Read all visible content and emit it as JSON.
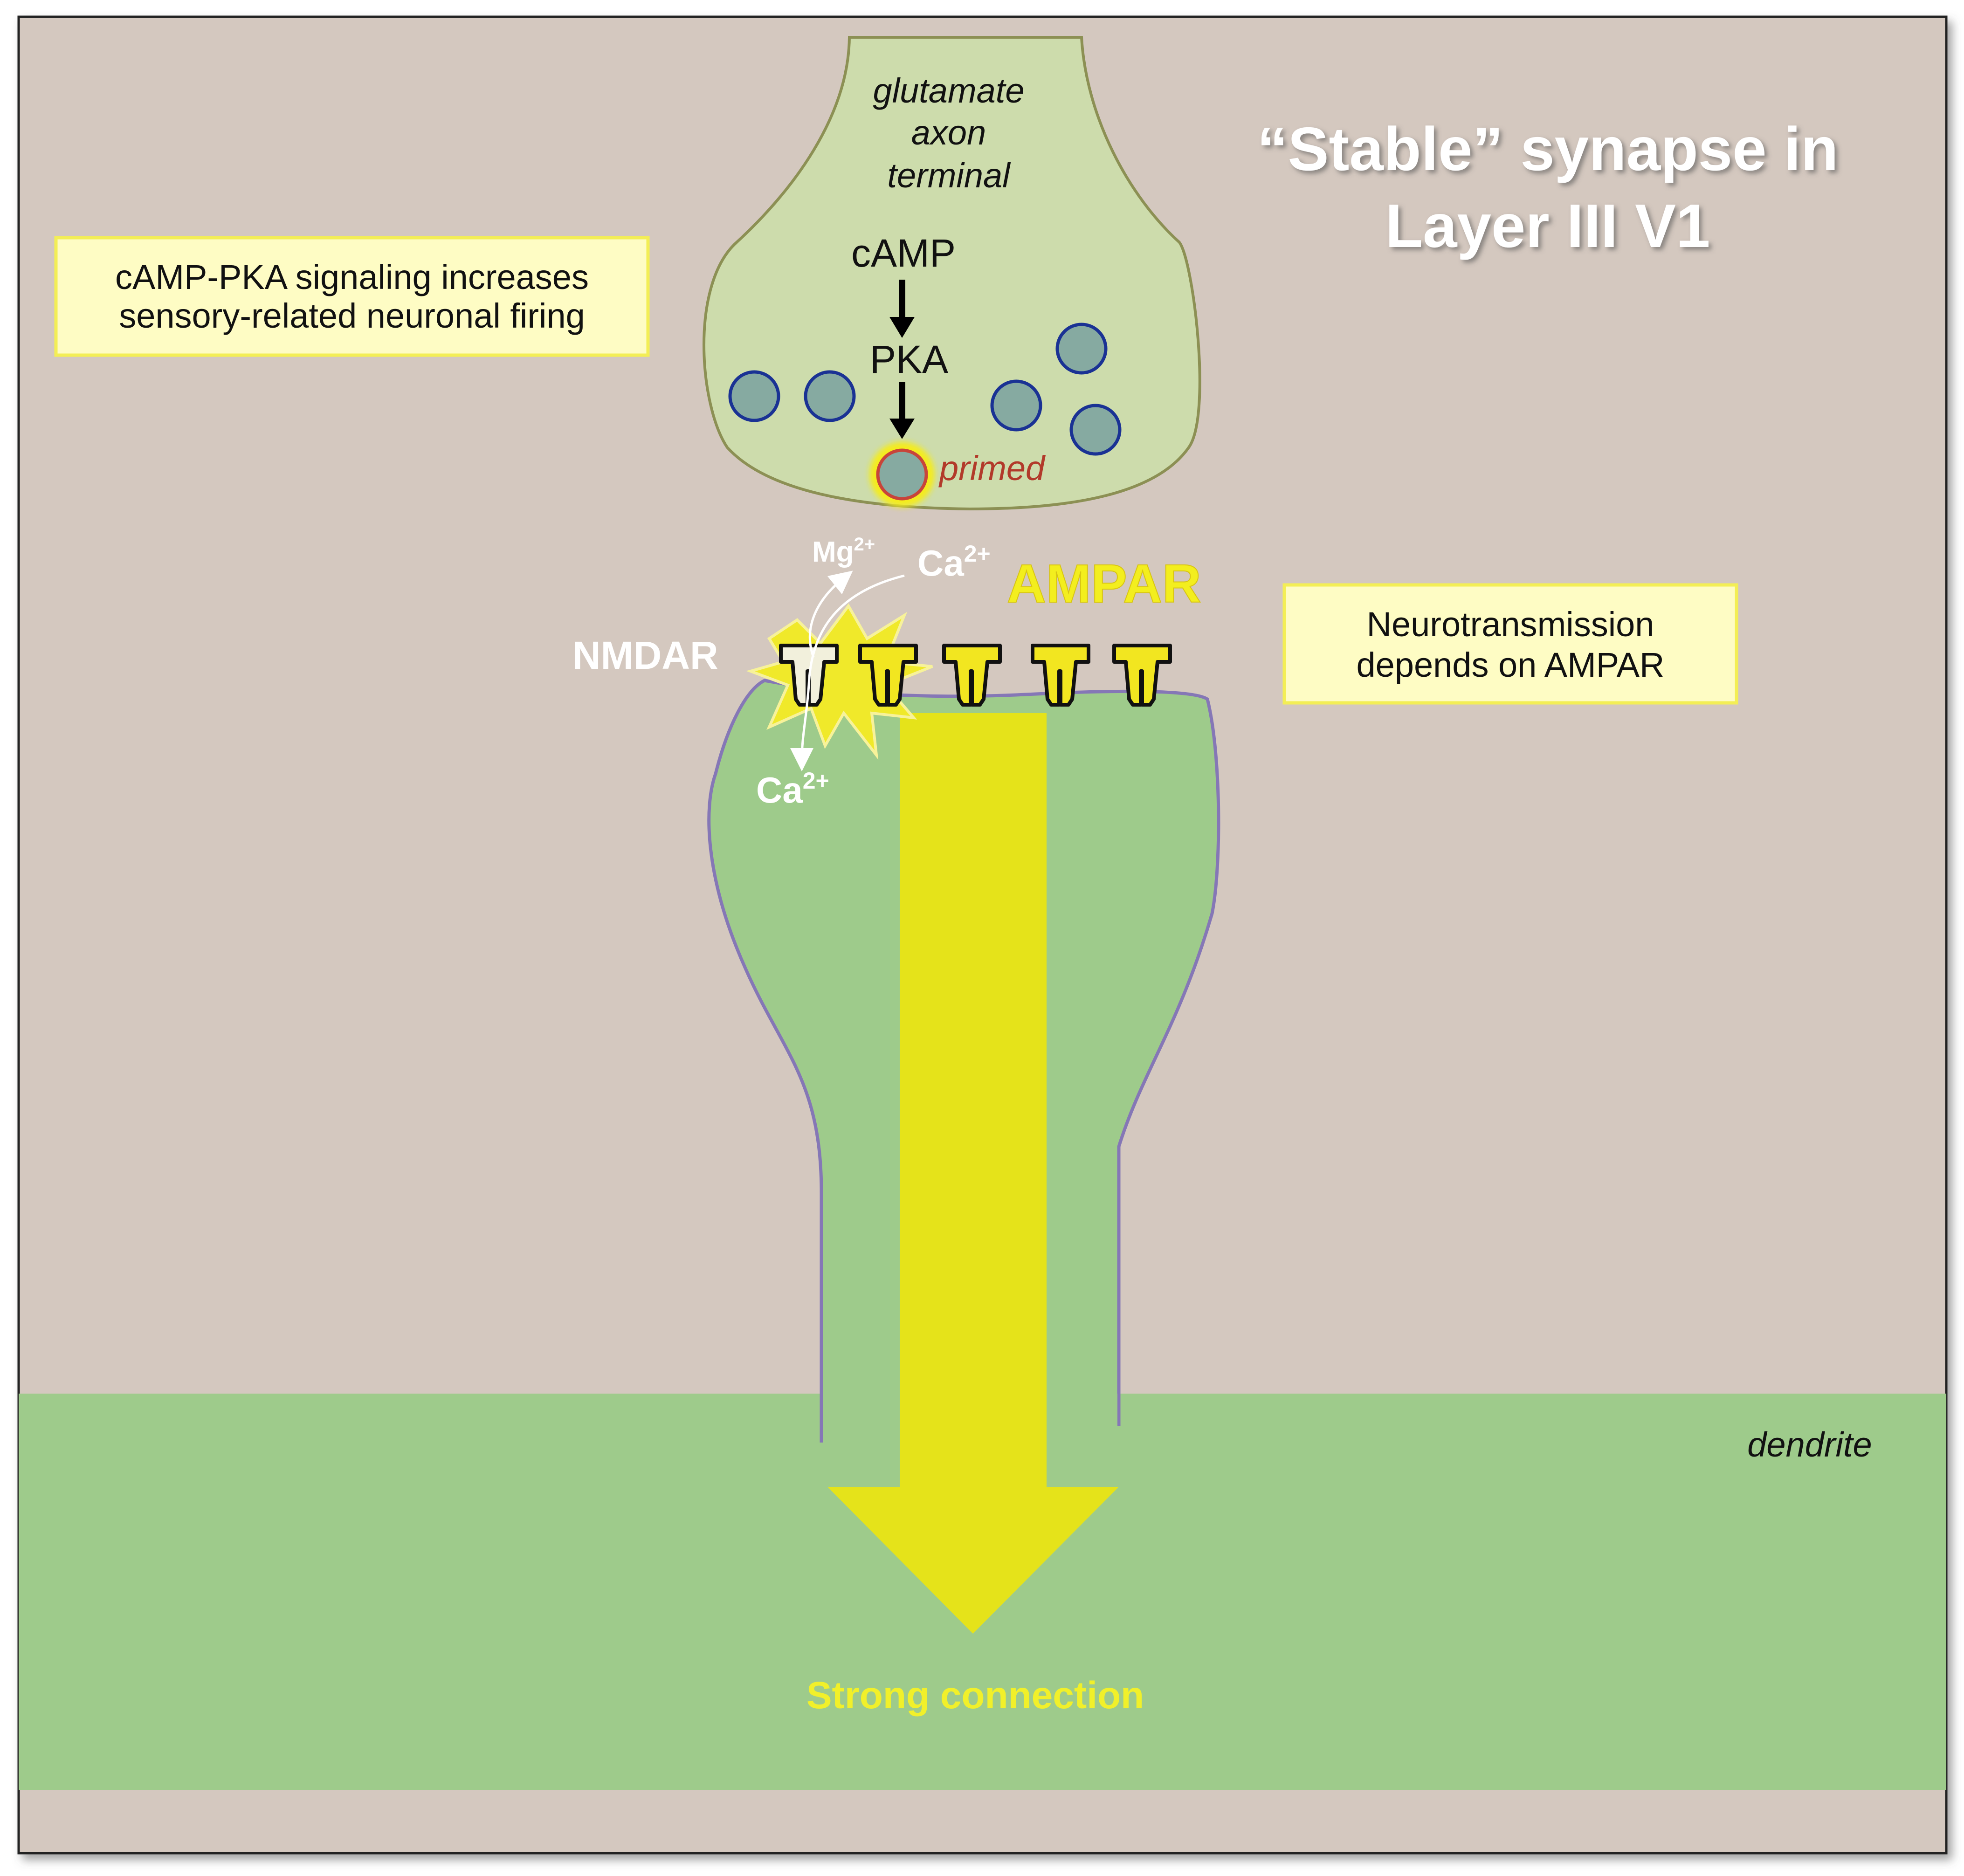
{
  "title": {
    "line1": "“Stable” synapse in",
    "line2": "Layer III V1"
  },
  "axon": {
    "label_line1": "glutamate",
    "label_line2": "axon",
    "label_line3": "terminal",
    "camp": "cAMP",
    "pka": "PKA",
    "primed": "primed"
  },
  "callouts": {
    "camp_pka_line1": "cAMP-PKA signaling increases",
    "camp_pka_line2": "sensory-related neuronal firing",
    "neuro_line1": "Neurotransmission",
    "neuro_line2": "depends on AMPAR"
  },
  "receptors": {
    "nmdar": "NMDAR",
    "ampar": "AMPAR",
    "mg": "Mg",
    "mg_sup": "2+",
    "ca_in": "Ca",
    "ca_in_sup": "2+",
    "ca_out": "Ca",
    "ca_out_sup": "2+"
  },
  "dendrite_label": "dendrite",
  "result_label": "Strong connection",
  "colors": {
    "background": "#d4c8bf",
    "axon_fill": "#cddcac",
    "spine_fill": "#9ecb8b",
    "arrow_yellow": "#e5e31a",
    "callout_fill": "#fefcc4",
    "callout_border": "#f3ee55",
    "vesicle_fill": "#86aaa1",
    "vesicle_stroke": "#1a3294",
    "ampar_yellow": "#f2e620",
    "title_white": "#ffffff",
    "primed_red": "#b23a2a"
  }
}
